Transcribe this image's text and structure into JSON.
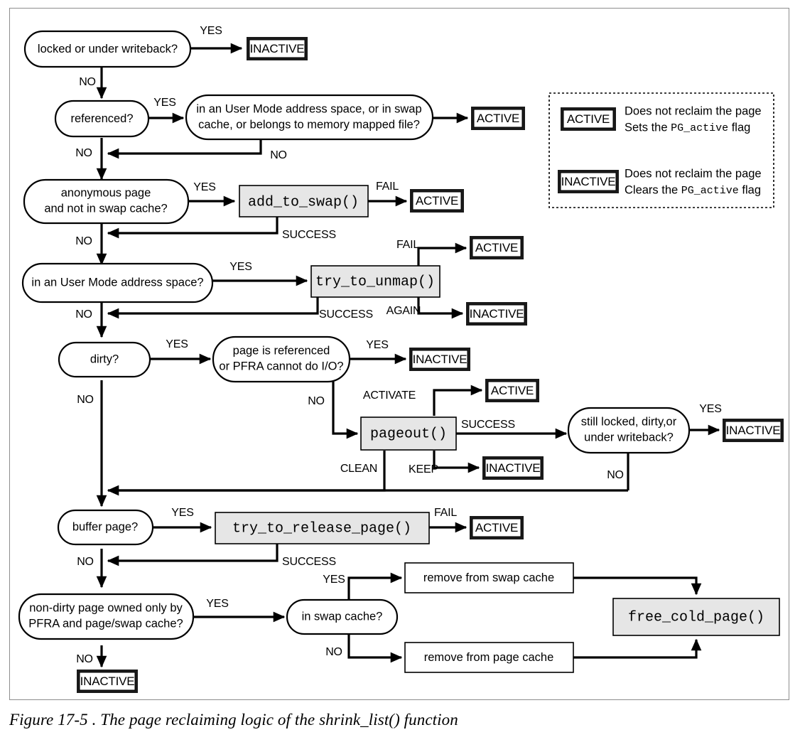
{
  "figure": {
    "caption": "Figure 17-5 . The page reclaiming logic of the shrink_list() function"
  },
  "colors": {
    "process_fill": "#e6e6e6",
    "node_fill": "#ffffff",
    "line": "#000000",
    "frame": "#8d8d8d"
  },
  "legend": {
    "entries": [
      {
        "badge": "ACTIVE",
        "line1": "Does not reclaim the page",
        "line2_pre": "Sets the ",
        "line2_code": "PG_active",
        "line2_post": " flag"
      },
      {
        "badge": "INACTIVE",
        "line1": "Does not reclaim the page",
        "line2_pre": "Clears the ",
        "line2_code": "PG_active",
        "line2_post": " flag"
      }
    ]
  },
  "nodes": {
    "d_locked": "locked or under writeback?",
    "d_ref": "referenced?",
    "d_usermode_swap_1": "in an User Mode address space, or in swap",
    "d_usermode_swap_2": "cache, or belongs to memory mapped file?",
    "d_anon_1": "anonymous page",
    "d_anon_2": "and not in swap cache?",
    "d_user": "in an User Mode address space?",
    "d_dirty": "dirty?",
    "d_pageref_1": "page is referenced",
    "d_pageref_2": "or PFRA cannot do I/O?",
    "d_still_1": "still locked, dirty,or",
    "d_still_2": "under writeback?",
    "d_buffer": "buffer page?",
    "d_nondirty_1": "non-dirty page owned only by",
    "d_nondirty_2": "PFRA and page/swap cache?",
    "d_inswap": "in swap cache?",
    "p_add_to_swap": "add_to_swap()",
    "p_try_to_unmap": "try_to_unmap()",
    "p_pageout": "pageout()",
    "p_try_to_release": "try_to_release_page()",
    "p_free_cold": "free_cold_page()",
    "b_rm_swap": "remove from  swap cache",
    "b_rm_page": "remove from  page cache",
    "t_inactive": "INACTIVE",
    "t_active": "ACTIVE"
  },
  "edges": {
    "yes": "YES",
    "no": "NO",
    "fail": "FAIL",
    "success": "SUCCESS",
    "again": "AGAIN",
    "activate": "ACTIVATE",
    "clean": "CLEAN",
    "keep": "KEEP",
    "labels": [
      "YES",
      "NO",
      "YES",
      "NO",
      "YES",
      "FAIL",
      "SUCCESS",
      "YES",
      "FAIL",
      "AGAIN",
      "SUCCESS",
      "YES",
      "YES",
      "NO",
      "ACTIVATE",
      "SUCCESS",
      "KEEP",
      "CLEAN",
      "YES",
      "NO",
      "YES",
      "FAIL",
      "SUCCESS",
      "YES",
      "NO",
      "YES",
      "NO"
    ]
  }
}
